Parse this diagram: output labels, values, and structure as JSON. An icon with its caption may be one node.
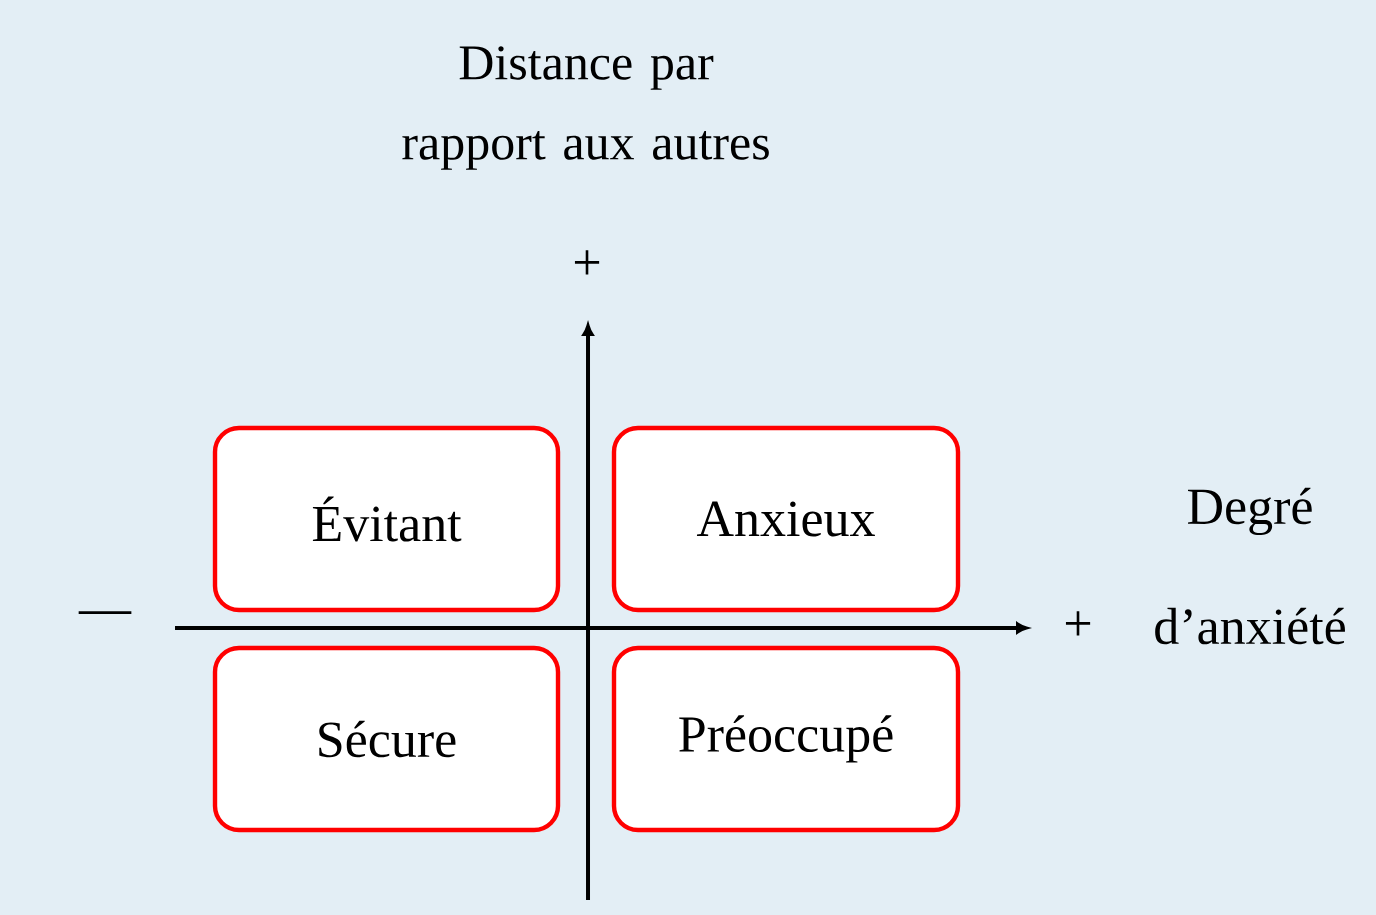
{
  "diagram": {
    "nodes": [
      {
        "text": [
          "Évitant"
        ]
      },
      {
        "text": [
          "Anxieux"
        ]
      },
      {
        "text": [
          "Sécure"
        ]
      },
      {
        "text": [
          "Préoccupé"
        ]
      }
    ],
    "edges": [],
    "labels": [
      "Distance par rapport aux autres",
      "+",
      "—",
      "+",
      "Degré d’anxiété"
    ]
  }
}
